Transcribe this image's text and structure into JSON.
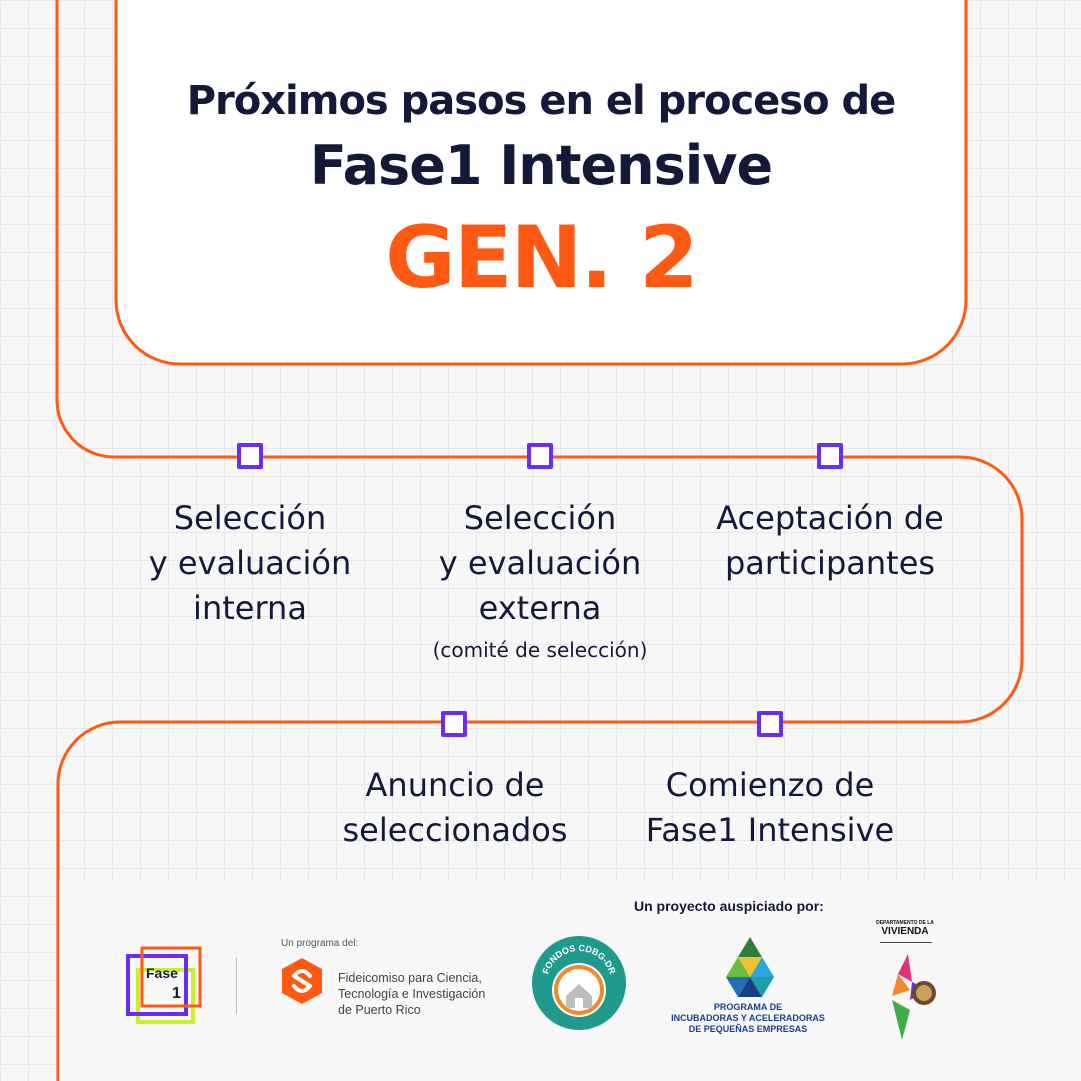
{
  "header": {
    "line1": "Próximos pasos en el proceso de",
    "line2": "Fase1 Intensive",
    "gen": "GEN. 2"
  },
  "steps": [
    {
      "lines": [
        "Selección",
        "y evaluación",
        "interna"
      ],
      "note": ""
    },
    {
      "lines": [
        "Selección",
        "y evaluación",
        "externa"
      ],
      "note": "(comité de selección)"
    },
    {
      "lines": [
        "Aceptación de",
        "participantes"
      ],
      "note": ""
    },
    {
      "lines": [
        "Anuncio de",
        "seleccionados"
      ],
      "note": ""
    },
    {
      "lines": [
        "Comienzo de",
        "Fase1 Intensive"
      ],
      "note": ""
    }
  ],
  "footer": {
    "sponsor_label": "Un proyecto auspiciado por:",
    "program_label": "Un programa del:",
    "fase1_logo": {
      "word": "Fase",
      "number": "1"
    },
    "fct_lines": [
      "Fideicomiso para Ciencia,",
      "Tecnología e Investigación",
      "de Puerto Rico"
    ],
    "cdbg_text": "FONDOS CDBG-DR",
    "incubadoras_lines": [
      "PROGRAMA DE",
      "INCUBADORAS Y ACELERADORAS",
      "DE PEQUEÑAS EMPRESAS"
    ],
    "vivienda_small": "DEPARTAMENTO DE LA",
    "vivienda_big": "VIVIENDA"
  },
  "colors": {
    "accent": "#ff5a14",
    "marker": "#6a2ef0",
    "text": "#14193a"
  }
}
